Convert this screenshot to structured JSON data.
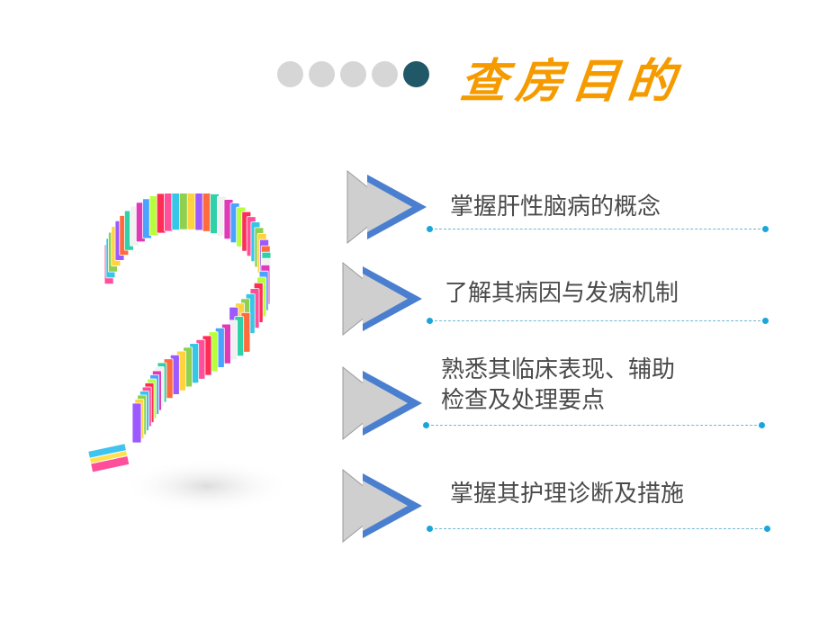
{
  "header": {
    "title": "查房目的",
    "dots": [
      "inactive",
      "inactive",
      "inactive",
      "inactive",
      "active"
    ]
  },
  "decoration": {
    "image_icon": "question-mark-books-icon"
  },
  "objectives": [
    {
      "lines": [
        "掌握肝性脑病的概念"
      ]
    },
    {
      "lines": [
        "了解其病因与发病机制"
      ]
    },
    {
      "lines": [
        "熟悉其临床表现、辅助",
        "检查及处理要点"
      ]
    },
    {
      "lines": [
        "掌握其护理诊断及措施"
      ]
    }
  ],
  "colors": {
    "title": "#f59b00",
    "dot_active": "#215867",
    "dot_inactive": "#d6d6d6",
    "arrow_blue": "#4a7fd0",
    "arrow_gray": "#cfcfcf",
    "rule_dot": "#1aa6dc"
  }
}
